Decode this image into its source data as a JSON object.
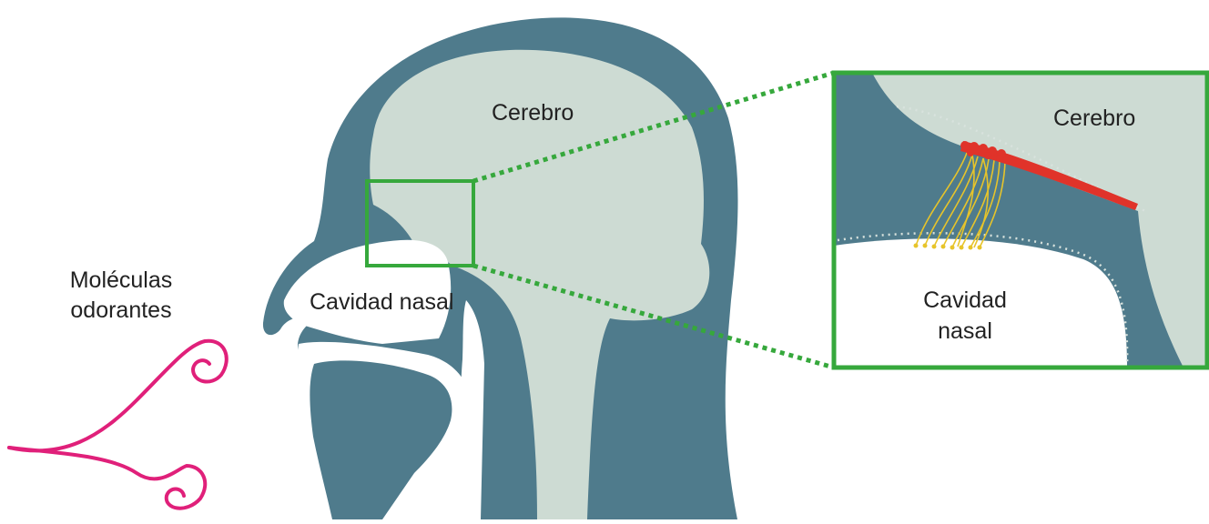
{
  "labels": {
    "brain_main": "Cerebro",
    "nasal_main": "Cavidad nasal",
    "molecules_line1": "Moléculas",
    "molecules_line2": "odorantes",
    "brain_inset": "Cerebro",
    "nasal_inset_line1": "Cavidad",
    "nasal_inset_line2": "nasal"
  },
  "colors": {
    "tissue": "#4f7b8c",
    "brain_fill": "#cddbd3",
    "highlight_box": "#36a83c",
    "odor_stream": "#e0207a",
    "olfactory_bulb": "#e0332a",
    "nerve_fibers": "#e7c42a",
    "membrane_dots": "#d8e2dd"
  }
}
